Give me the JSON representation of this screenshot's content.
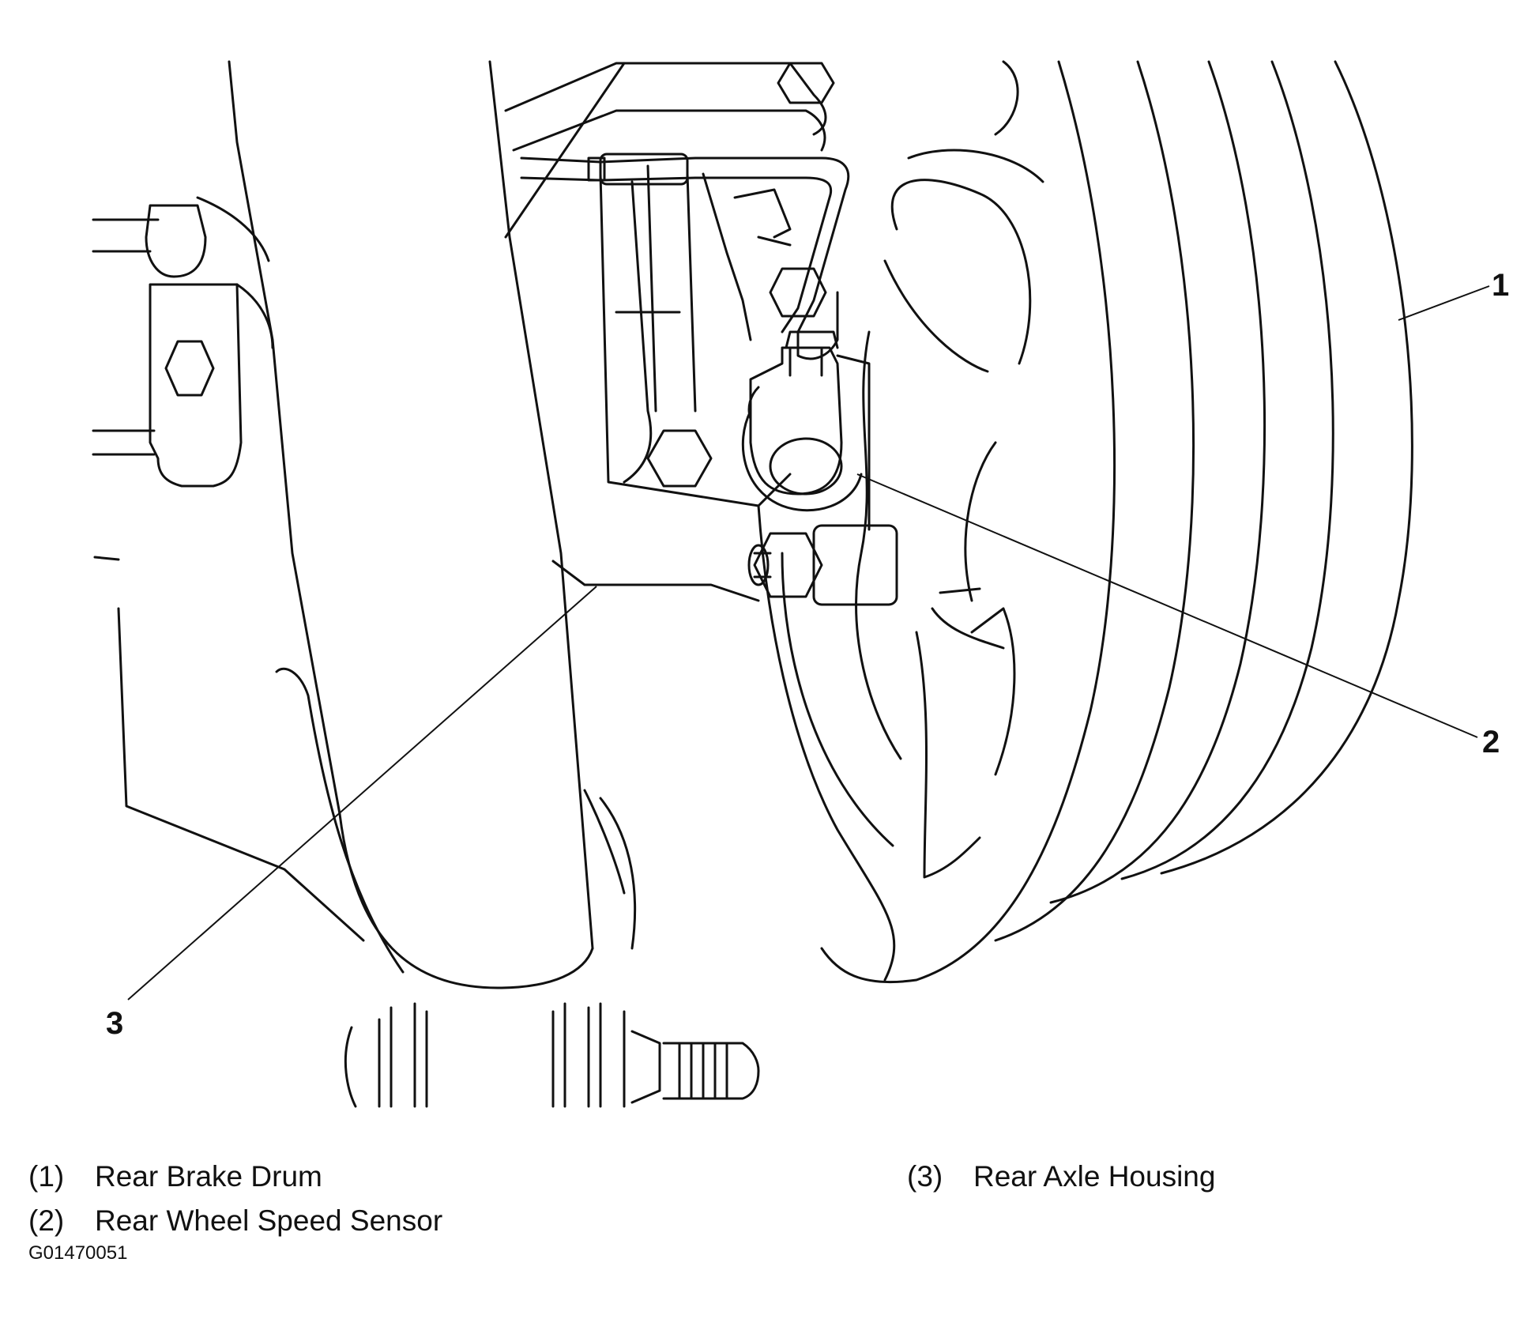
{
  "callouts": [
    {
      "number": "1",
      "label": "Rear Brake Drum"
    },
    {
      "number": "2",
      "label": "Rear Wheel Speed Sensor"
    },
    {
      "number": "3",
      "label": "Rear Axle Housing"
    }
  ],
  "legend": [
    {
      "id": "(1)",
      "label": "Rear Brake Drum"
    },
    {
      "id": "(2)",
      "label": "Rear Wheel Speed Sensor"
    },
    {
      "id": "(3)",
      "label": "Rear Axle Housing"
    }
  ],
  "figure_code": "G01470051",
  "colors": {
    "line": "#111111",
    "background": "#ffffff"
  }
}
